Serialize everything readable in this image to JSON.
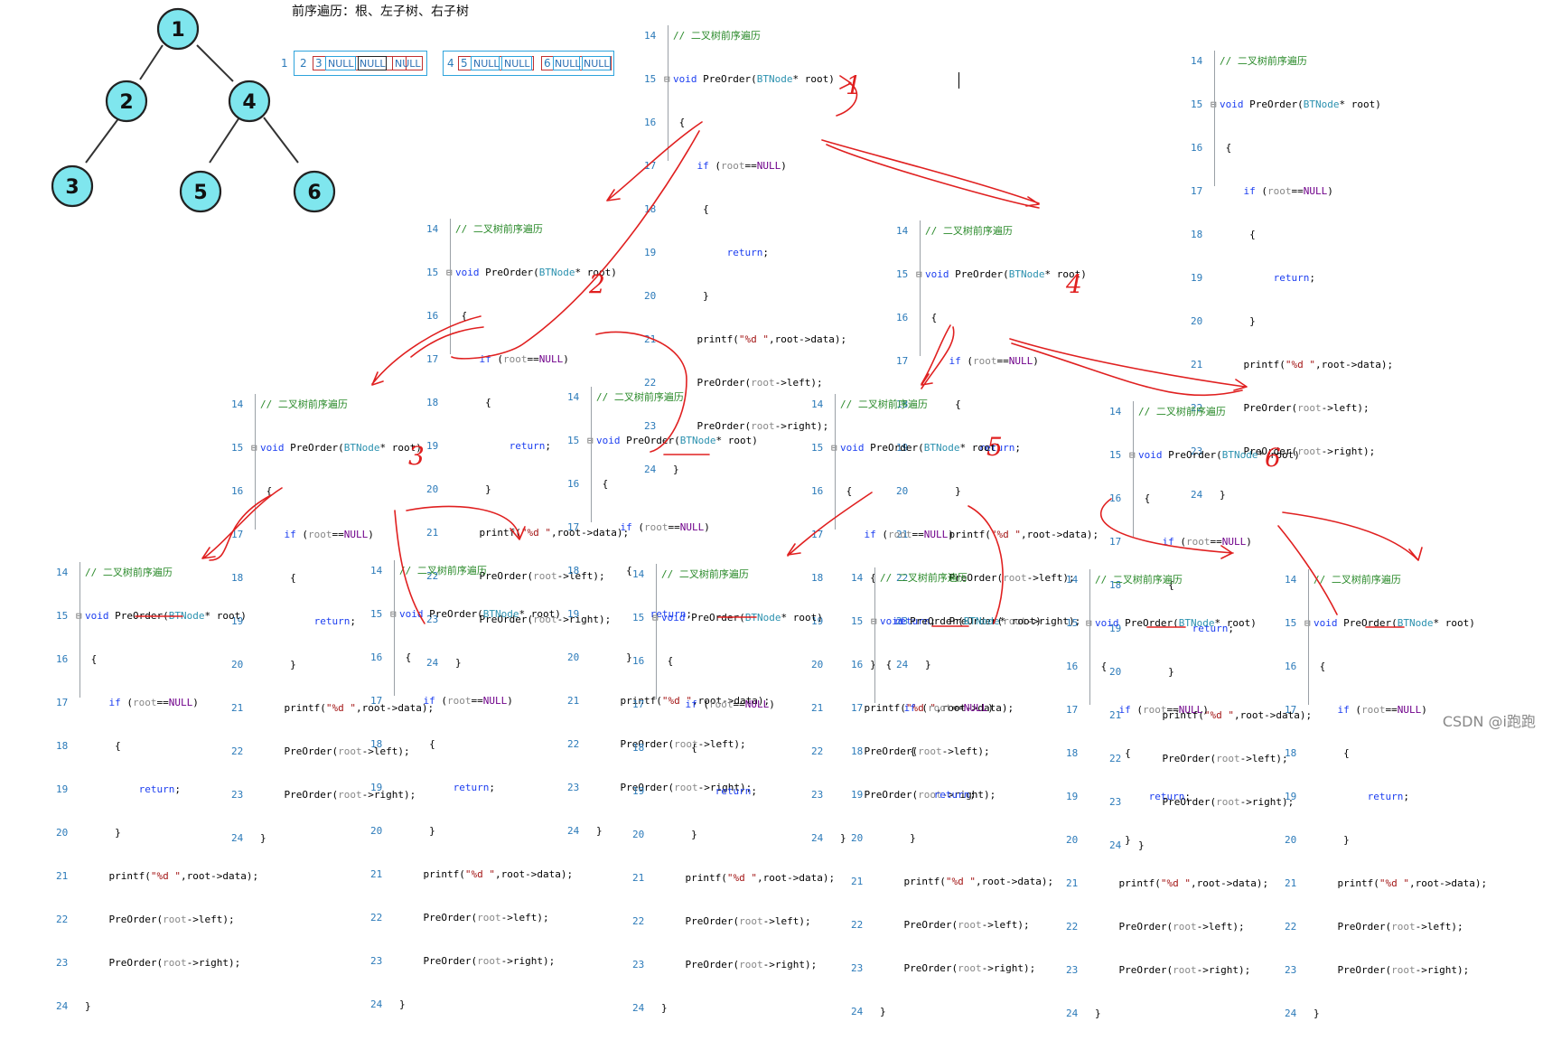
{
  "title": "前序遍历：根、左子树、右子树",
  "tree": {
    "nodes": [
      "1",
      "2",
      "4",
      "3",
      "5",
      "6"
    ]
  },
  "null_strip": {
    "a": [
      "1",
      "2",
      "3",
      "NULL",
      "NULL",
      "NULL"
    ],
    "b": [
      "4",
      "5",
      "NULL",
      "NULL",
      "6",
      "NULL",
      "NULL"
    ]
  },
  "code": {
    "line_numbers": [
      "14",
      "15",
      "16",
      "17",
      "18",
      "19",
      "20",
      "21",
      "22",
      "23",
      "24"
    ],
    "comment": "// 二叉树前序遍历",
    "kw_void": "void",
    "fn_name": " PreOrder(",
    "type_name": "BTNode",
    "param": "* root)",
    "brace_open": "{",
    "kw_if": "if",
    "if_open": " (",
    "root_word": "root",
    "eq": "==",
    "null_word": "NULL",
    "paren_close": ")",
    "kw_return": "return",
    "semi": ";",
    "brace_close": "}",
    "printf_word": "printf(",
    "fmt": "\"%d \"",
    "data_tail": ",root->data);",
    "left_call": "PreOrder(",
    "left_tail": "->left);",
    "right_tail": "->right);"
  },
  "steps": [
    "1",
    "2",
    "3",
    "4",
    "5",
    "6"
  ],
  "watermark": "CSDN @i跑跑"
}
